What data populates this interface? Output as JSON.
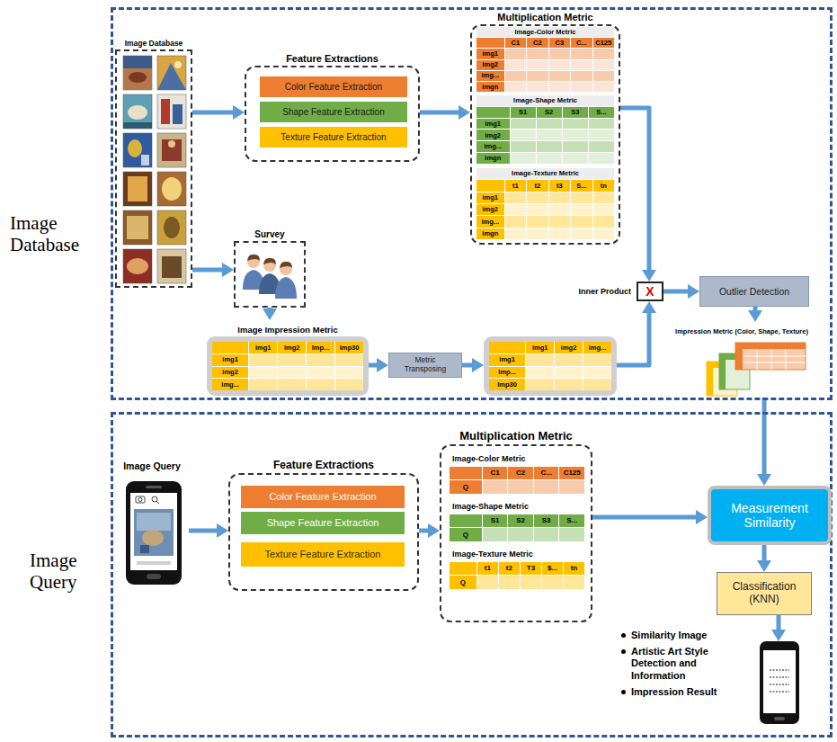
{
  "diagram": {
    "nodes": [
      {
        "text": [
          "Image Database"
        ]
      },
      {
        "text": [
          "Image Database"
        ],
        "in": 0
      },
      {
        "text": [
          "Feature Extractions"
        ],
        "in": 0
      },
      {
        "text": [
          "Color Feature Extraction"
        ],
        "in": 2
      },
      {
        "text": [
          "Shape Feature Extraction"
        ],
        "in": 2
      },
      {
        "text": [
          "Texture Feature Extraction"
        ],
        "in": 2
      },
      {
        "text": [
          "Multiplication Metric"
        ],
        "in": 0
      },
      {
        "text": [
          "Image-Color Metric",
          "C1",
          "C2",
          "C3",
          "C...",
          "C125",
          "img1",
          "img2",
          "img...",
          "imgn"
        ],
        "in": 6
      },
      {
        "text": [
          "Image-Shape Metric",
          "S1",
          "S2",
          "S3",
          "S...",
          "img1",
          "img2",
          "img...",
          "imgn"
        ],
        "in": 6
      },
      {
        "text": [
          "Image-Texture Metric",
          "t1",
          "t2",
          "t3",
          "S...",
          "tn",
          "img1",
          "img2",
          "img...",
          "imgn"
        ],
        "in": 6
      },
      {
        "text": [
          "Survey"
        ],
        "in": 0
      },
      {
        "text": [
          "Image Impression Metric",
          "img1",
          "img2",
          "Imp...",
          "Imp30",
          "img1",
          "img2",
          "img..."
        ],
        "in": 0
      },
      {
        "text": [
          "Metric Transposing"
        ],
        "in": 0
      },
      {
        "text": [
          "img1",
          "img2",
          "img...",
          "img1",
          "Imp...",
          "Imp30"
        ],
        "in": 0
      },
      {
        "text": [
          "Inner Product",
          "X"
        ],
        "in": 0
      },
      {
        "text": [
          "Outlier Detection"
        ],
        "in": 0
      },
      {
        "text": [
          "Impression Metric (Color, Shape, Texture)"
        ],
        "in": 0
      },
      {
        "text": [
          "Image Query"
        ]
      },
      {
        "text": [
          "Image Query"
        ],
        "in": 17
      },
      {
        "text": [
          "Feature Extractions"
        ],
        "in": 17
      },
      {
        "text": [
          "Color Feature Extraction"
        ],
        "in": 19
      },
      {
        "text": [
          "Shape Feature Extraction"
        ],
        "in": 19
      },
      {
        "text": [
          "Texture Feature Extraction"
        ],
        "in": 19
      },
      {
        "text": [
          "Multiplication Metric"
        ],
        "in": 17
      },
      {
        "text": [
          "Image-Color Metric",
          "C1",
          "C2",
          "C...",
          "C125",
          "Q"
        ],
        "in": 23
      },
      {
        "text": [
          "Image-Shape Metric",
          "S1",
          "S2",
          "S3",
          "S...",
          "Q"
        ],
        "in": 23
      },
      {
        "text": [
          "Image-Texture Metric",
          "t1",
          "t2",
          "T3",
          "$...",
          "tn",
          "Q"
        ],
        "in": 23
      },
      {
        "text": [
          "Measurement Similarity"
        ],
        "in": 17
      },
      {
        "text": [
          "Classification (KNN)"
        ],
        "in": 17
      },
      {
        "text": [
          "Similarity Image",
          "Artistic Art Style Detection and Information",
          "Impression Result"
        ],
        "in": 17
      }
    ],
    "edges": [
      {
        "from": 1,
        "to": 2,
        "arrow": "to"
      },
      {
        "from": 2,
        "to": 6,
        "arrow": "to"
      },
      {
        "from": 1,
        "to": 10,
        "arrow": "to"
      },
      {
        "from": 10,
        "to": 11,
        "arrow": "to"
      },
      {
        "from": 11,
        "to": 12,
        "arrow": "to"
      },
      {
        "from": 12,
        "to": 13,
        "arrow": "to"
      },
      {
        "from": 13,
        "to": 14,
        "arrow": "to"
      },
      {
        "from": 6,
        "to": 14,
        "arrow": "to"
      },
      {
        "from": 14,
        "to": 15,
        "arrow": "to"
      },
      {
        "from": 15,
        "to": 16,
        "arrow": "to"
      },
      {
        "from": 16,
        "to": 27,
        "arrow": "to"
      },
      {
        "from": 18,
        "to": 19,
        "arrow": "to"
      },
      {
        "from": 19,
        "to": 23,
        "arrow": "to"
      },
      {
        "from": 23,
        "to": 27,
        "arrow": "to"
      },
      {
        "from": 27,
        "to": 28,
        "arrow": "to"
      },
      {
        "from": 28,
        "to": 29,
        "arrow": "to"
      }
    ]
  }
}
